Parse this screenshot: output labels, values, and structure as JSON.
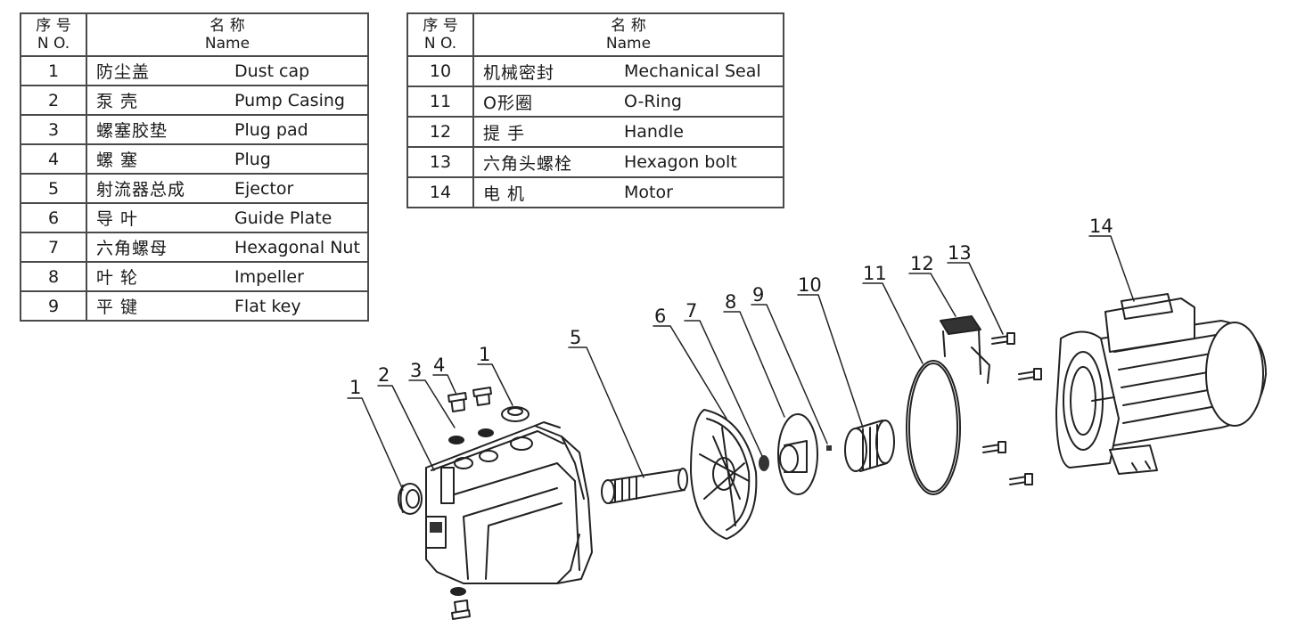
{
  "header": {
    "no_cn": "序 号",
    "no_en": "N O.",
    "name_cn": "名 称",
    "name_en": "Name"
  },
  "parts_left": [
    {
      "no": "1",
      "cn": "防尘盖",
      "en": "Dust cap"
    },
    {
      "no": "2",
      "cn": "泵 壳",
      "en": "Pump Casing"
    },
    {
      "no": "3",
      "cn": "螺塞胶垫",
      "en": "Plug pad"
    },
    {
      "no": "4",
      "cn": "螺 塞",
      "en": "Plug"
    },
    {
      "no": "5",
      "cn": "射流器总成",
      "en": "Ejector"
    },
    {
      "no": "6",
      "cn": "导 叶",
      "en": "Guide Plate"
    },
    {
      "no": "7",
      "cn": "六角螺母",
      "en": "Hexagonal Nut"
    },
    {
      "no": "8",
      "cn": "叶 轮",
      "en": "Impeller"
    },
    {
      "no": "9",
      "cn": "平 键",
      "en": "Flat key"
    }
  ],
  "parts_right": [
    {
      "no": "10",
      "cn": "机械密封",
      "en": "Mechanical Seal"
    },
    {
      "no": "11",
      "cn": "O形圈",
      "en": "O-Ring"
    },
    {
      "no": "12",
      "cn": "提 手",
      "en": "Handle"
    },
    {
      "no": "13",
      "cn": "六角头螺栓",
      "en": "Hexagon bolt"
    },
    {
      "no": "14",
      "cn": "电 机",
      "en": "Motor"
    }
  ],
  "callouts": [
    "1",
    "2",
    "3",
    "4",
    "1",
    "5",
    "6",
    "7",
    "8",
    "9",
    "10",
    "11",
    "12",
    "13",
    "14"
  ]
}
